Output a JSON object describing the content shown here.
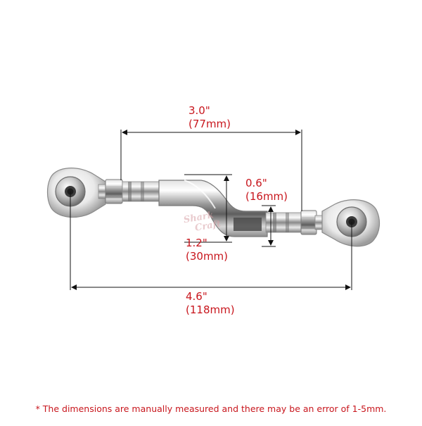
{
  "dimensions": {
    "overall_length": {
      "inches": "4.6\"",
      "mm": "(118mm)"
    },
    "body_length": {
      "inches": "3.0\"",
      "mm": "(77mm)"
    },
    "offset_small": {
      "inches": "0.6\"",
      "mm": "(16mm)"
    },
    "offset_large": {
      "inches": "1.2\"",
      "mm": "(30mm)"
    }
  },
  "note": "* The dimensions are manually measured and there may be an error of 1-5mm.",
  "watermark": {
    "line1": "Shark",
    "line2": "Craft"
  },
  "colors": {
    "text": "#c8161d",
    "dimension_line": "#111111",
    "chrome_light": "#f4f4f4",
    "chrome_dark": "#7a7a7a"
  },
  "icons": {
    "product": "adjustable-link-rod-icon"
  }
}
